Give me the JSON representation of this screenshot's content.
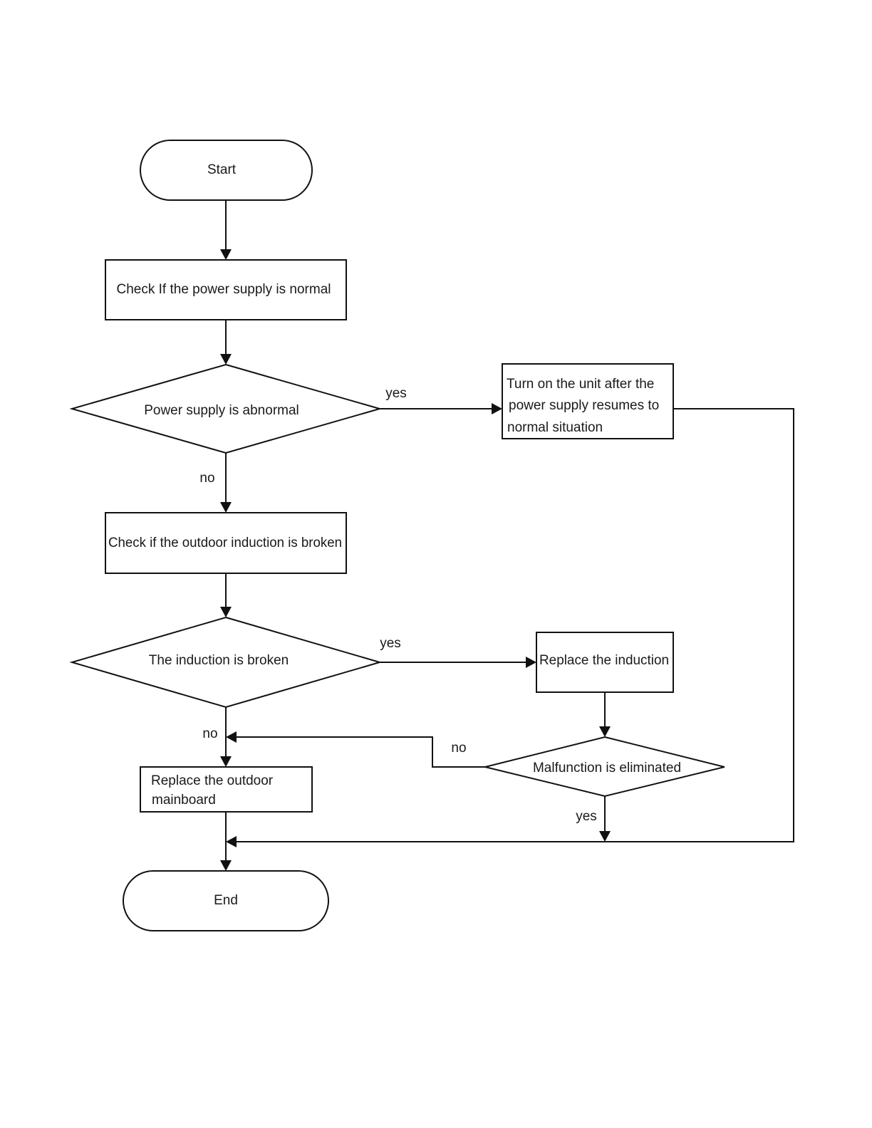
{
  "nodes": {
    "start": "Start",
    "check_power": "Check If the power supply is normal",
    "power_abnormal": "Power supply is abnormal",
    "turn_on_line1": "Turn on the unit after the",
    "turn_on_line2": "power supply resumes to",
    "turn_on_line3": "normal situation",
    "check_induction": "Check if the outdoor induction is broken",
    "induction_broken": "The induction is broken",
    "replace_induction": "Replace the induction",
    "malfunction_eliminated": "Malfunction is eliminated",
    "replace_mainboard_line1": "Replace the outdoor",
    "replace_mainboard_line2": "mainboard",
    "end": "End"
  },
  "edge_labels": {
    "power_yes": "yes",
    "power_no": "no",
    "induction_yes": "yes",
    "induction_no": "no",
    "malfunction_no": "no",
    "malfunction_yes": "yes"
  }
}
